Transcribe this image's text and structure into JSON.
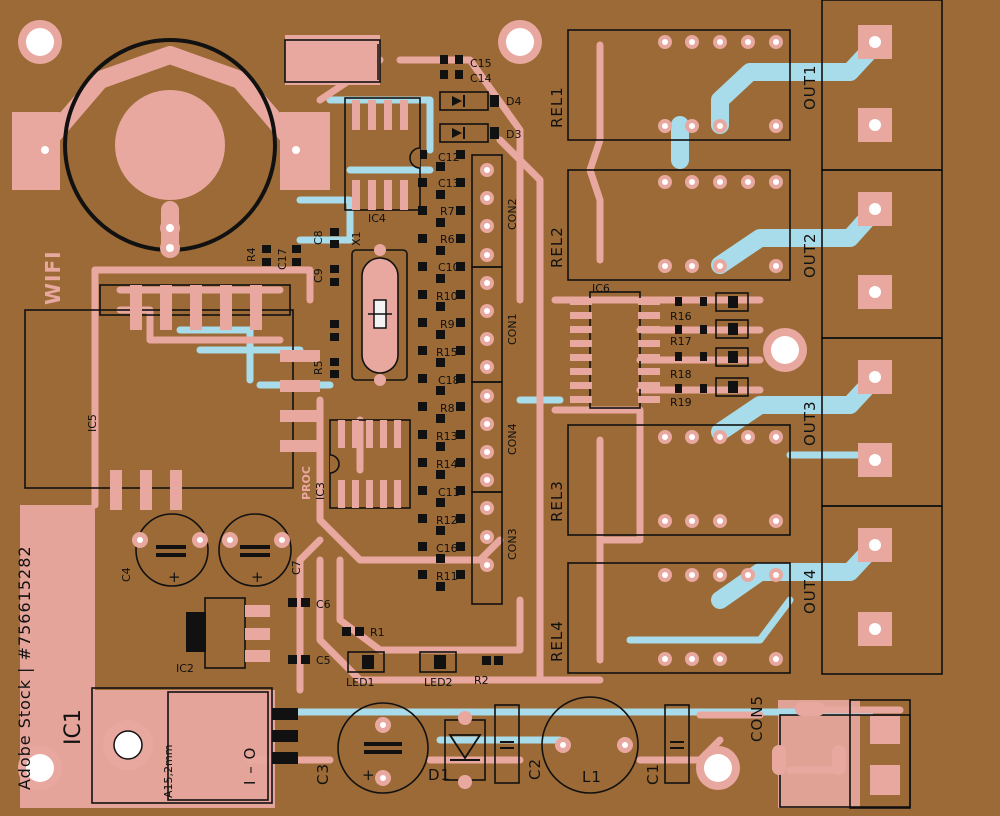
{
  "labels": {
    "wifi": "WIFI",
    "ic1": "IC1",
    "ic2": "IC2",
    "ic3": "IC3",
    "ic4": "IC4",
    "ic5": "IC5",
    "ic6": "IC6",
    "proc": "PROC",
    "a15": "A15,2mm",
    "io": "I – O",
    "x1": "X1",
    "rel1": "REL1",
    "rel2": "REL2",
    "rel3": "REL3",
    "rel4": "REL4",
    "out1": "OUT1",
    "out2": "OUT2",
    "out3": "OUT3",
    "out4": "OUT4",
    "con1": "CON1",
    "con2": "CON2",
    "con3": "CON3",
    "con4": "CON4",
    "con5": "CON5",
    "c1": "C1",
    "c2": "C2",
    "c3": "C3",
    "c4": "C4",
    "c5": "C5",
    "c6": "C6",
    "c7": "C7",
    "c8": "C8",
    "c9": "C9",
    "c10": "C10",
    "c11": "C11",
    "c12": "C12",
    "c13": "C13",
    "c14": "C14",
    "c15": "C15",
    "c16": "C16",
    "c17": "C17",
    "c18": "C18",
    "d1": "D1",
    "d3": "D3",
    "d4": "D4",
    "l1": "L1",
    "led1": "LED1",
    "led2": "LED2",
    "r1": "R1",
    "r2": "R2",
    "r4": "R4",
    "r5": "R5",
    "r6": "R6",
    "r7": "R7",
    "r8": "R8",
    "r9": "R9",
    "r10": "R10",
    "r11": "R11",
    "r12": "R12",
    "r13": "R13",
    "r14": "R14",
    "r15": "R15",
    "r16": "R16",
    "r17": "R17",
    "r18": "R18",
    "r19": "R19",
    "plus": "+",
    "watermark": "Adobe Stock | #756615282"
  },
  "colors": {
    "board": "#9b6a36",
    "top_copper": "#e8a8a0",
    "bottom_copper": "#a8dcea",
    "silkscreen": "#111111"
  }
}
